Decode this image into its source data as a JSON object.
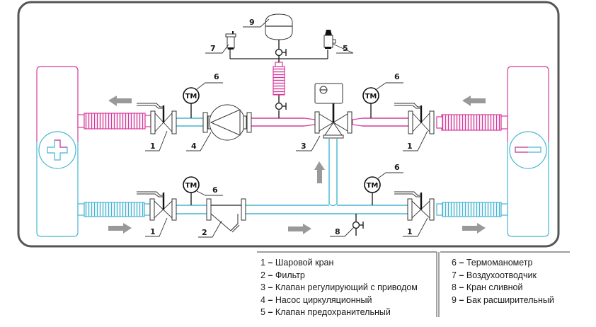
{
  "title": "Схема узла подключения (смесительный узел)",
  "colors": {
    "hot": "#d6399b",
    "cold": "#45b5d3",
    "frame": "#555555",
    "line": "#222222",
    "arrow": "#999999"
  },
  "callouts": {
    "ball_valve": "1",
    "filter": "2",
    "control_valve": "3",
    "pump": "4",
    "safety_valve": "5",
    "thermomanometer": "6",
    "air_vent": "7",
    "drain_valve": "8",
    "expansion_tank": "9"
  },
  "gauge_label": "ТМ",
  "radiator_left_symbol": "plus",
  "radiator_right_symbol": "minus",
  "legend": {
    "left": [
      {
        "num": "1",
        "sep": "–",
        "text": "Шаровой кран"
      },
      {
        "num": "2",
        "sep": "–",
        "text": "Фильтр"
      },
      {
        "num": "3",
        "sep": "–",
        "text": "Клапан регулирующий с приводом"
      },
      {
        "num": "4",
        "sep": "–",
        "text": "Насос циркуляционный"
      },
      {
        "num": "5",
        "sep": "–",
        "text": "Клапан предохранительный"
      }
    ],
    "right": [
      {
        "num": "6",
        "sep": "–",
        "text": "Термоманометр"
      },
      {
        "num": "7",
        "sep": "–",
        "text": "Воздухоотводчик"
      },
      {
        "num": "8",
        "sep": "–",
        "text": "Кран сливной"
      },
      {
        "num": "9",
        "sep": "–",
        "text": "Бак расширительный"
      }
    ]
  }
}
